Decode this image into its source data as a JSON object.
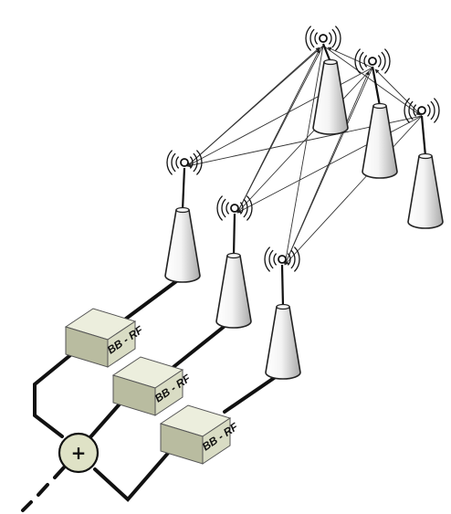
{
  "modules": [
    {
      "label": "BB - RF"
    },
    {
      "label": "BB - RF"
    },
    {
      "label": "BB - RF"
    }
  ],
  "combiner": {
    "symbol": "+"
  },
  "colors": {
    "line": "#111111",
    "module_face": "#d9dcc4",
    "module_side": "#b9bca0",
    "module_top": "#eceedd",
    "tower_light": "#fbfbfb",
    "tower_dark": "#b8b8b8",
    "combiner_fill": "#dfe2c6"
  },
  "icons": [
    "antenna-tower",
    "radio-waves",
    "bb-rf-module",
    "combiner-plus"
  ]
}
